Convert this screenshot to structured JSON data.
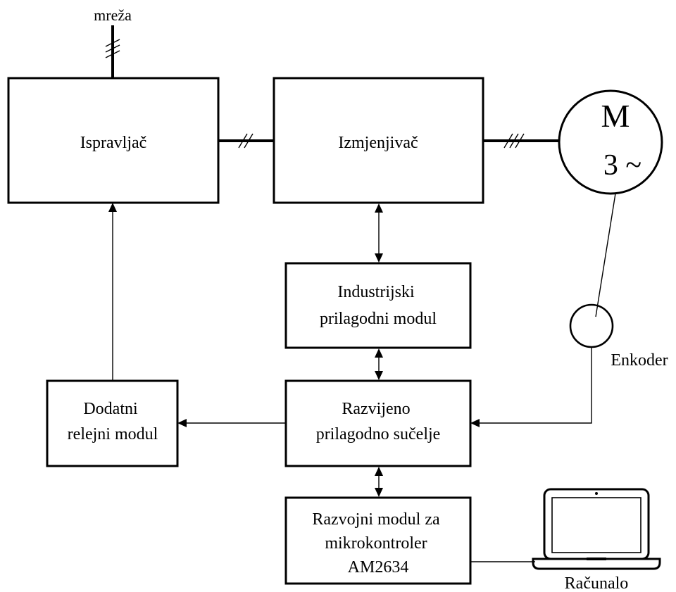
{
  "labels": {
    "mains": "mreža",
    "rectifier": "Ispravljač",
    "inverter": "Izmjenjivač",
    "motor_letter": "M",
    "motor_phase": "3 ~",
    "industrial_module": [
      "Industrijski",
      "prilagodni modul"
    ],
    "relay_module": [
      "Dodatni",
      "relejni modul"
    ],
    "custom_interface": [
      "Razvijeno",
      "prilagodno sučelje"
    ],
    "dev_module": [
      "Razvojni modul za",
      "mikrokontroler",
      "AM2634"
    ],
    "encoder": "Enkoder",
    "computer": "Računalo"
  },
  "icons": {
    "motor": "motor-circle-icon",
    "encoder": "encoder-circle-icon",
    "computer": "laptop-icon"
  },
  "colors": {
    "stroke": "#000000",
    "background": "#ffffff"
  }
}
